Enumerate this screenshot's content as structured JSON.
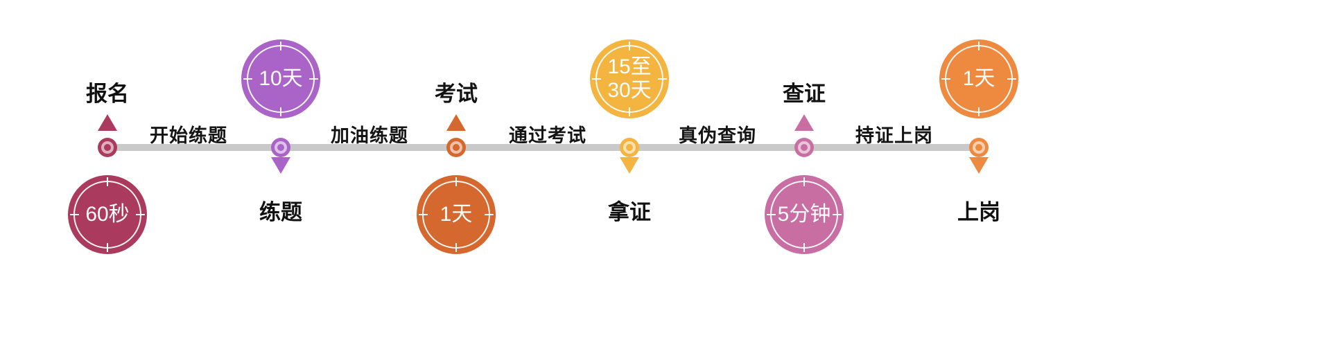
{
  "timeline": {
    "line_color": "#c9c9c9",
    "text_color": "#111111",
    "nodes": [
      {
        "title": "报名",
        "badge": "60秒",
        "color": "#ab3b5e"
      },
      {
        "title": "练题",
        "badge": "10天",
        "color": "#aa64c8"
      },
      {
        "title": "考试",
        "badge": "1天",
        "color": "#d4682e"
      },
      {
        "title": "拿证",
        "badge": "15至\n30天",
        "color": "#f3b440"
      },
      {
        "title": "查证",
        "badge": "5分钟",
        "color": "#c96ea3"
      },
      {
        "title": "上岗",
        "badge": "1天",
        "color": "#ee8a40"
      }
    ],
    "segments": [
      {
        "label": "开始练题"
      },
      {
        "label": "加油练题"
      },
      {
        "label": "通过考试"
      },
      {
        "label": "真伪查询"
      },
      {
        "label": "持证上岗"
      }
    ]
  }
}
